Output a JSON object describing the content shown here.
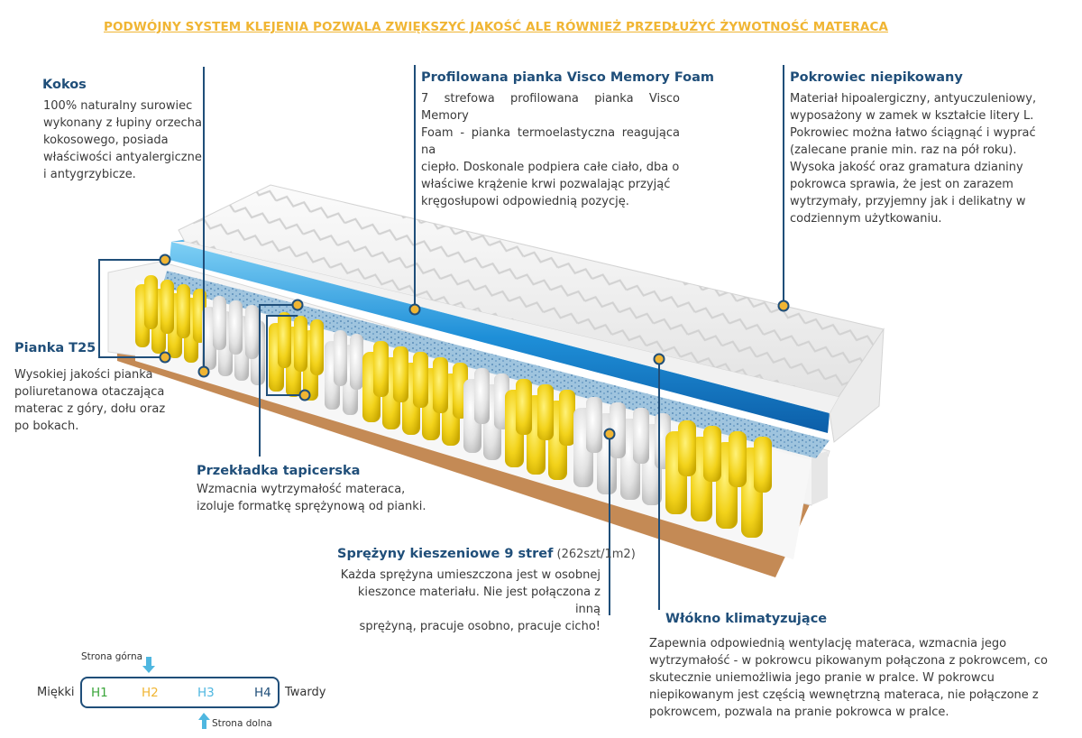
{
  "headline": "PODWÓJNY SYSTEM KLEJENIA POZWALA ZWIĘKSZYĆ JAKOŚĆ ALE RÓWNIEŻ PRZEDŁUŻYĆ ŻYWOTNOŚĆ MATERACA",
  "kokos": {
    "title": "Kokos",
    "lines": [
      "100% naturalny surowiec",
      "wykonany z łupiny orzecha",
      "kokosowego, posiada",
      "właściwości antyalergiczne",
      "i antygrzybicze."
    ]
  },
  "visco": {
    "title": "Profilowana pianka Visco Memory Foam",
    "lines": [
      "7 strefowa profilowana pianka Visco Memory",
      "Foam - pianka termoelastyczna reagująca na",
      "ciepło.  Doskonale podpiera całe ciało, dba o",
      "właściwe krążenie krwi pozwalając przyjąć",
      "kręgosłupowi odpowiednią pozycję."
    ]
  },
  "pokrowiec": {
    "title": "Pokrowiec  niepikowany",
    "lines": [
      "Materiał hipoalergiczny, antyuczuleniowy,",
      "wyposażony w zamek w kształcie litery L.",
      "Pokrowiec można łatwo ściągnąć i wyprać",
      "(zalecane pranie min.  raz na pół roku).",
      "Wysoka jakość oraz gramatura dzianiny",
      "pokrowca sprawia, że jest on zarazem",
      "wytrzymały, przyjemny jak i delikatny w",
      "codziennym użytkowaniu."
    ]
  },
  "pianka": {
    "title": "Pianka T25",
    "lines": [
      "Wysokiej jakości pianka",
      "poliuretanowa otaczająca",
      "materac z góry, dołu oraz",
      "po bokach."
    ]
  },
  "przekladka": {
    "title": "Przekładka tapicerska",
    "lines": [
      "Wzmacnia wytrzymałość materaca,",
      "izoluje formatkę sprężynową od pianki."
    ]
  },
  "sprezyny": {
    "title": "Sprężyny kieszeniowe 9 stref",
    "title_note": " (262szt/1m2)",
    "lines": [
      "Każda sprężyna umieszczona jest w osobnej",
      "kieszonce materiału. Nie jest połączona z inną",
      "sprężyną, pracuje osobno, pracuje cicho!"
    ]
  },
  "wlokno": {
    "title": "Włókno klimatyzujące",
    "lines": [
      "Zapewnia odpowiednią wentylację materaca, wzmacnia jego",
      "wytrzymałość - w pokrowcu pikowanym połączona z pokrowcem, co",
      "skutecznie uniemożliwia jego pranie w pralce. W pokrowcu",
      "niepikowanym jest częścią wewnętrzną materaca, nie połączone z",
      "pokrowcem, pozwala na pranie pokrowca w pralce."
    ]
  },
  "hardness": {
    "left_label": "Miękki",
    "right_label": "Twardy",
    "top_label": "Strona górna",
    "bottom_label": "Strona dolna",
    "levels": [
      {
        "label": "H1",
        "color": "#3aa53a"
      },
      {
        "label": "H2",
        "color": "#f0b533"
      },
      {
        "label": "H3",
        "color": "#4fb7e0"
      },
      {
        "label": "H4",
        "color": "#1f4e79"
      }
    ]
  }
}
